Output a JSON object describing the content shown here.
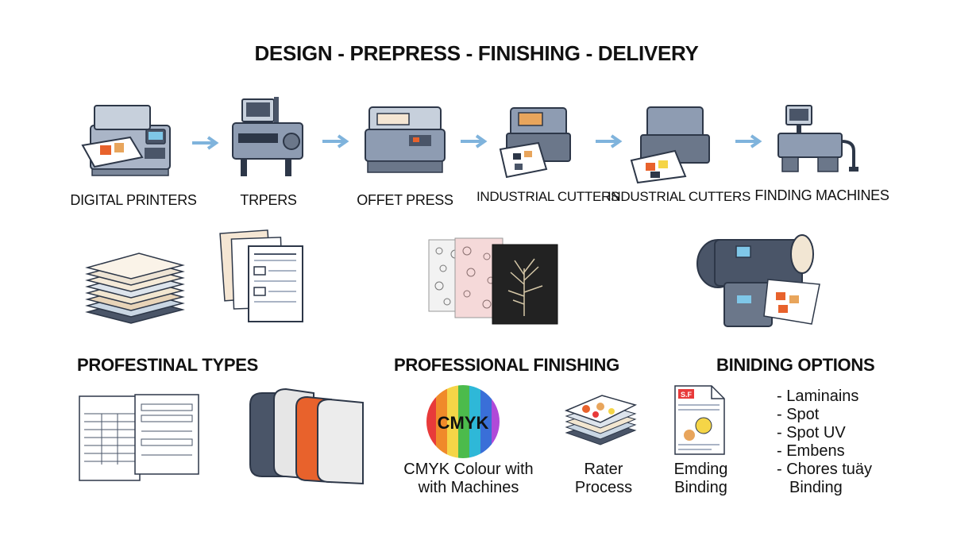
{
  "title": "DESIGN - PREPRESS - FINISHING - DELIVERY",
  "machines": [
    {
      "label": "DIGITAL PRINTERS",
      "icon": "digital-printer-icon"
    },
    {
      "label": "TRPERS",
      "icon": "plate-setter-icon"
    },
    {
      "label": "OFFET PRESS",
      "icon": "offset-press-icon"
    },
    {
      "label": "INDUSTRIAL CUTTERS",
      "icon": "industrial-cutter-icon"
    },
    {
      "label": "INDUSTRIAL CUTTERS",
      "icon": "industrial-cutter-icon"
    },
    {
      "label": "FINDING MACHINES",
      "icon": "finishing-machine-icon"
    }
  ],
  "sections": {
    "types": "PROFESTINAL TYPES",
    "finishing": "PROFESSIONAL FINISHING",
    "binding": "BINIDING OPTIONS"
  },
  "finishing_items": [
    {
      "line1": "CMYK Colour with",
      "line2": "with Machines"
    },
    {
      "line1": "Rater",
      "line2": "Process"
    },
    {
      "line1": "Emding",
      "line2": "Binding"
    }
  ],
  "cmyk_badge": "CMYK",
  "booklet_badge": "S.F",
  "binding_options": [
    "- Laminains",
    "- Spot",
    "- Spot UV",
    "- Embens",
    "- Chores tuäy",
    "  Binding"
  ],
  "colors": {
    "machine_body": "#8e9cb2",
    "machine_dark": "#4a5568",
    "arrow": "#7fb3dc",
    "cutter_orange": "#e8622c"
  }
}
